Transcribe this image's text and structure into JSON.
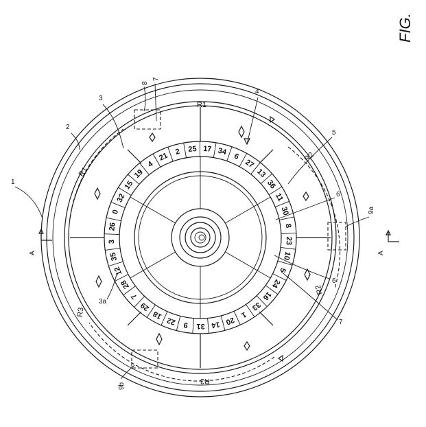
{
  "figure_title": "FIG.",
  "pockets": [
    "25",
    "17",
    "34",
    "6",
    "27",
    "13",
    "36",
    "11",
    "30",
    "8",
    "23",
    "10",
    "5",
    "24",
    "16",
    "33",
    "1",
    "20",
    "14",
    "31",
    "9",
    "22",
    "18",
    "29",
    "7",
    "28",
    "12",
    "35",
    "3",
    "26",
    "0",
    "32",
    "15",
    "19",
    "4",
    "21",
    "2"
  ],
  "sector_labels": {
    "r1_top": "R1",
    "r1_left": "R1",
    "r2": "R2",
    "r2_lower": "R2",
    "r3": "R3",
    "r3_bottom": "R3"
  },
  "reference_numerals": [
    "1",
    "2",
    "3",
    "3a",
    "4",
    "5",
    "6",
    "7",
    "7",
    "8",
    "9a",
    "9b",
    "9c"
  ],
  "section_marks": [
    "A",
    "A"
  ]
}
